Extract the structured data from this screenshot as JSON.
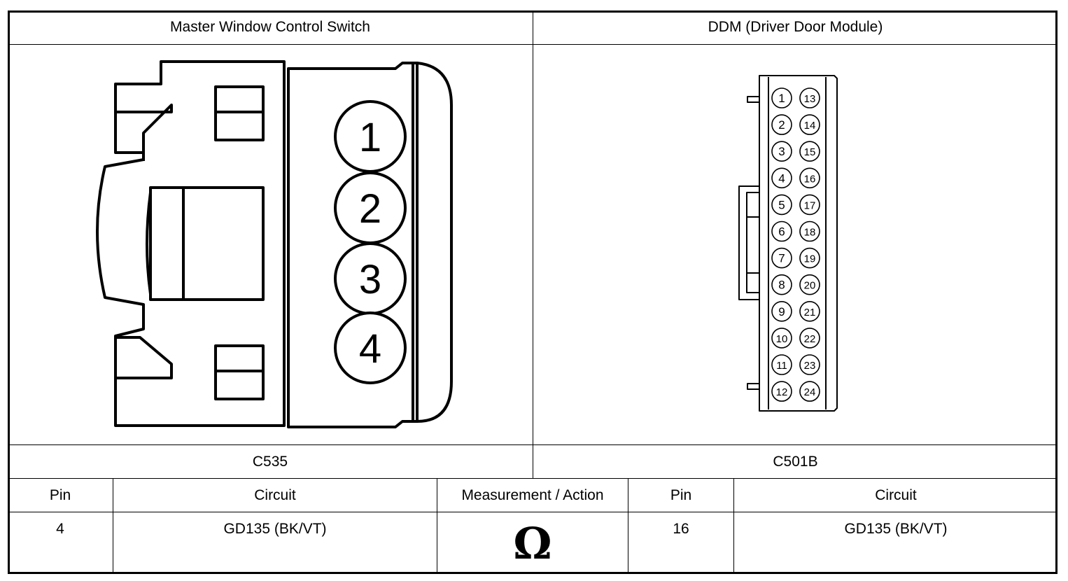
{
  "connectors": {
    "left": {
      "title": "Master Window Control Switch",
      "id": "C535",
      "pins": [
        "1",
        "2",
        "3",
        "4"
      ]
    },
    "right": {
      "title": "DDM (Driver Door Module)",
      "id": "C501B",
      "pins_left": [
        "1",
        "2",
        "3",
        "4",
        "5",
        "6",
        "7",
        "8",
        "9",
        "10",
        "11",
        "12"
      ],
      "pins_right": [
        "13",
        "14",
        "15",
        "16",
        "17",
        "18",
        "19",
        "20",
        "21",
        "22",
        "23",
        "24"
      ]
    }
  },
  "table": {
    "headers": [
      "Pin",
      "Circuit",
      "Measurement / Action",
      "Pin",
      "Circuit"
    ],
    "row": {
      "pin_a": "4",
      "circuit_a": "GD135 (BK/VT)",
      "action": "Ω",
      "pin_b": "16",
      "circuit_b": "GD135 (BK/VT)"
    }
  }
}
